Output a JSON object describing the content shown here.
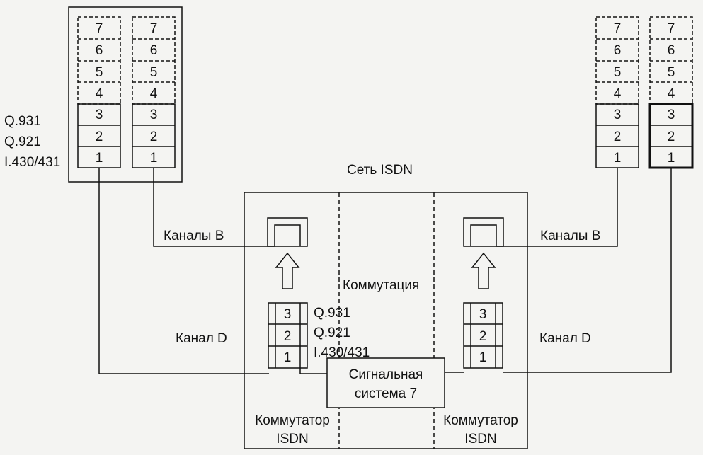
{
  "protocols": {
    "q931": "Q.931",
    "q921": "Q.921",
    "i430": "I.430/431"
  },
  "stack_layers": [
    "1",
    "2",
    "3",
    "4",
    "5",
    "6",
    "7"
  ],
  "d_stack_layers": [
    "1",
    "2",
    "3"
  ],
  "network": {
    "title": "Сеть ISDN",
    "switching_label": "Коммутация",
    "ss7_line1": "Сигнальная",
    "ss7_line2": "система 7",
    "switch_line1": "Коммутатор",
    "switch_line2": "ISDN"
  },
  "channels": {
    "b_label": "Каналы B",
    "d_label": "Канал D"
  },
  "colors": {
    "ink": "#111111",
    "paper": "#f4f4f2"
  }
}
